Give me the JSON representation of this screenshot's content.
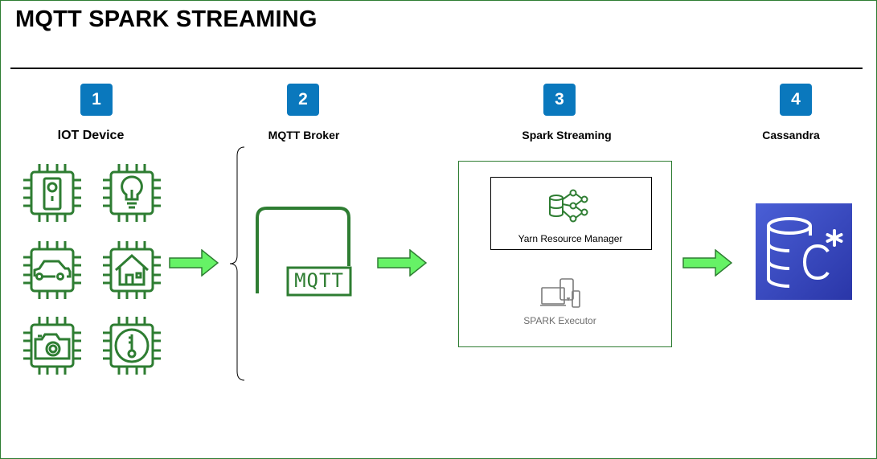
{
  "title": "MQTT SPARK STREAMING",
  "steps": [
    {
      "number": "1",
      "label": "IOT Device"
    },
    {
      "number": "2",
      "label": "MQTT Broker"
    },
    {
      "number": "3",
      "label": "Spark Streaming"
    },
    {
      "number": "4",
      "label": "Cassandra"
    }
  ],
  "iot_icons": [
    "doorbell-icon",
    "lightbulb-icon",
    "car-icon",
    "house-icon",
    "camera-icon",
    "thermometer-icon"
  ],
  "mqtt": {
    "text": "MQTT"
  },
  "spark": {
    "yarn_label": "Yarn Resource Manager",
    "executor_label": "SPARK Executor"
  },
  "colors": {
    "icon_green": "#2e7d32",
    "arrow_fill": "#66f266",
    "badge_blue": "#0a78bd",
    "cassandra_blue": "#3343c2"
  }
}
